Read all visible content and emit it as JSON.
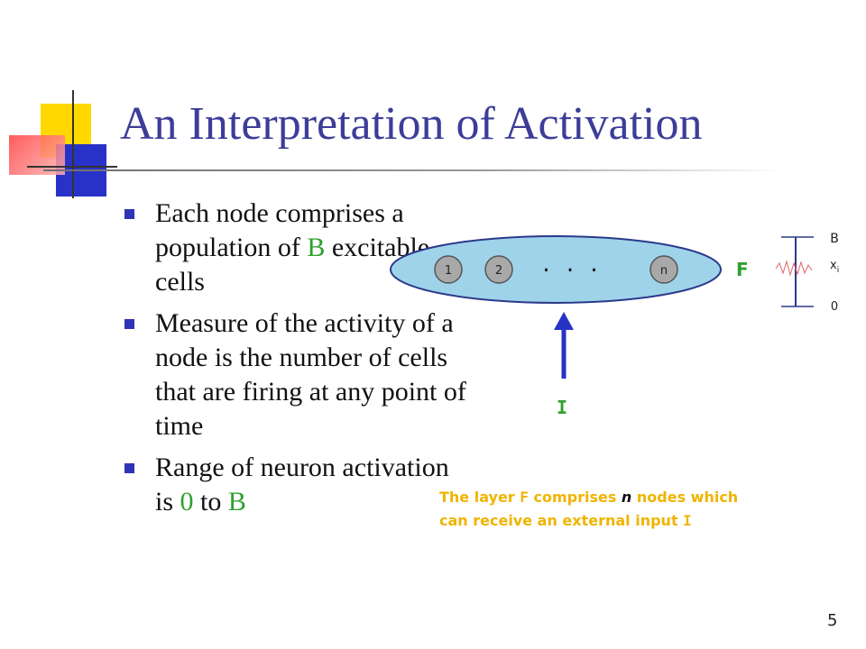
{
  "slide": {
    "title": "An Interpretation of Activation",
    "page_number": "5"
  },
  "bullets": [
    {
      "parts": [
        "Each node comprises a population of ",
        "B",
        " excitable cells"
      ]
    },
    {
      "parts": [
        "Measure of the activity of a node is the number of cells that are firing at any point of time"
      ]
    },
    {
      "parts": [
        "Range of neuron activation is ",
        "0",
        " to ",
        "B"
      ]
    }
  ],
  "diagram": {
    "nodes": [
      "1",
      "2",
      "n"
    ],
    "ellipsis": ". . .",
    "layer_label": "F",
    "input_label": "I",
    "gauge": {
      "top": "B",
      "middle": "x",
      "middle_sub": "i",
      "bottom": "0"
    }
  },
  "caption": {
    "line1_a": "The layer ",
    "line1_F": "F",
    "line1_b": " comprises ",
    "line1_n": "n",
    "line1_c": " nodes which",
    "line2_a": "can receive an external input ",
    "line2_I": "I"
  },
  "colors": {
    "title": "#3d3d99",
    "bullet_marker": "#2f34b5",
    "highlight_green": "#2fa12f",
    "caption": "#f0b400",
    "layer_fill": "#9fd3ea",
    "node_fill": "#a8a8a8",
    "arrow": "#2733c4"
  }
}
